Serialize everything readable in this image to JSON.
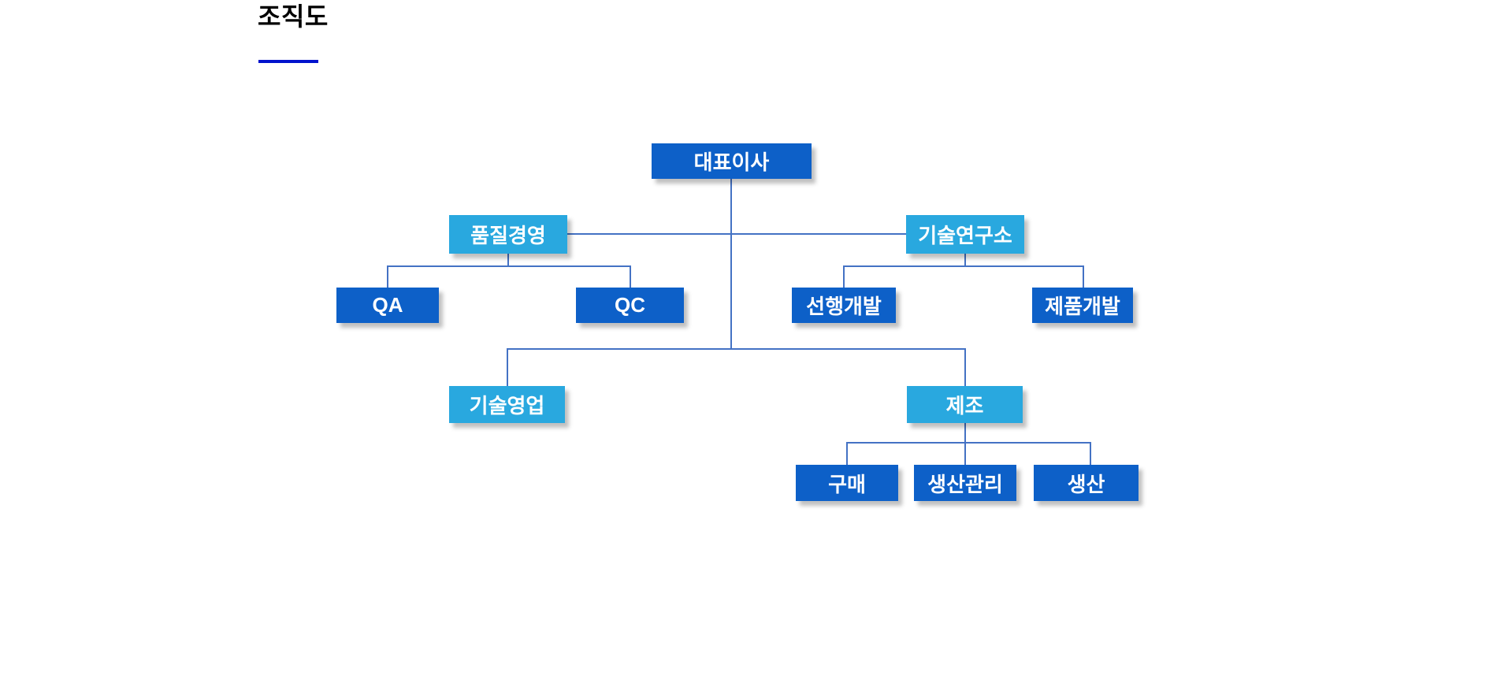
{
  "page": {
    "title": "조직도"
  },
  "colors": {
    "primary_box": "#0d60c8",
    "secondary_box": "#29a8df",
    "connector": "#4472c4",
    "title_underline": "#0013cd",
    "title_text": "#000000",
    "box_text": "#ffffff"
  },
  "org_chart": {
    "nodes": {
      "ceo": {
        "label": "대표이사",
        "level": 1,
        "parent": null
      },
      "quality": {
        "label": "품질경영",
        "level": 2,
        "parent": "ceo"
      },
      "qa": {
        "label": "QA",
        "level": 3,
        "parent": "quality"
      },
      "qc": {
        "label": "QC",
        "level": 3,
        "parent": "quality"
      },
      "rnd": {
        "label": "기술연구소",
        "level": 2,
        "parent": "ceo"
      },
      "adv_dev": {
        "label": "선행개발",
        "level": 3,
        "parent": "rnd"
      },
      "prod_dev": {
        "label": "제품개발",
        "level": 3,
        "parent": "rnd"
      },
      "tech_sales": {
        "label": "기술영업",
        "level": 2,
        "parent": "ceo"
      },
      "mfg": {
        "label": "제조",
        "level": 2,
        "parent": "ceo"
      },
      "purchasing": {
        "label": "구매",
        "level": 3,
        "parent": "mfg"
      },
      "prod_mgmt": {
        "label": "생산관리",
        "level": 3,
        "parent": "mfg"
      },
      "production": {
        "label": "생산",
        "level": 3,
        "parent": "mfg"
      }
    }
  }
}
